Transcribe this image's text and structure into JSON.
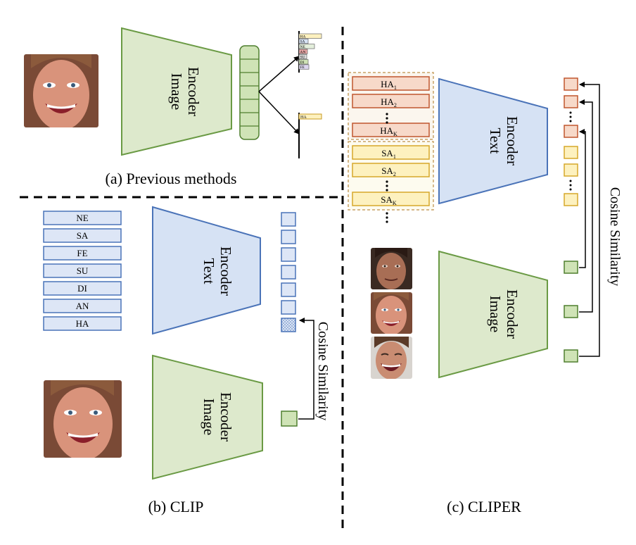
{
  "captions": {
    "a": "(a) Previous methods",
    "b": "(b) CLIP",
    "c": "(c) CLIPER"
  },
  "encoders": {
    "image_line1": "Image",
    "image_line2": "Encoder",
    "text_line1": "Text",
    "text_line2": "Encoder"
  },
  "similarity_label": "Cosine Similarity",
  "prev_methods_bars": [
    "HA",
    "SA",
    "NE",
    "AN",
    "SU",
    "DI",
    "FE"
  ],
  "prev_methods_single_bar": "HA",
  "clip_labels": [
    "NE",
    "SA",
    "FE",
    "SU",
    "DI",
    "AN",
    "HA"
  ],
  "cliper_ha": [
    {
      "base": "HA",
      "sub": "1"
    },
    {
      "base": "HA",
      "sub": "2"
    },
    {
      "base": "HA",
      "sub": "K"
    }
  ],
  "cliper_sa": [
    {
      "base": "SA",
      "sub": "1"
    },
    {
      "base": "SA",
      "sub": "2"
    },
    {
      "base": "SA",
      "sub": "K"
    }
  ],
  "colors": {
    "image_encoder_fill": "#dde9cc",
    "image_encoder_stroke": "#6a9a44",
    "text_encoder_fill": "#d6e2f4",
    "text_encoder_stroke": "#4a73b8",
    "ha_fill": "#f7d9c9",
    "ha_stroke": "#c0562e",
    "sa_fill": "#fdf1bf",
    "sa_stroke": "#d6a82a",
    "text_box_fill": "#dde6f6",
    "text_box_stroke": "#4a73b8",
    "feature_fill": "#cfe3b6",
    "feature_stroke": "#4f7f2f"
  }
}
